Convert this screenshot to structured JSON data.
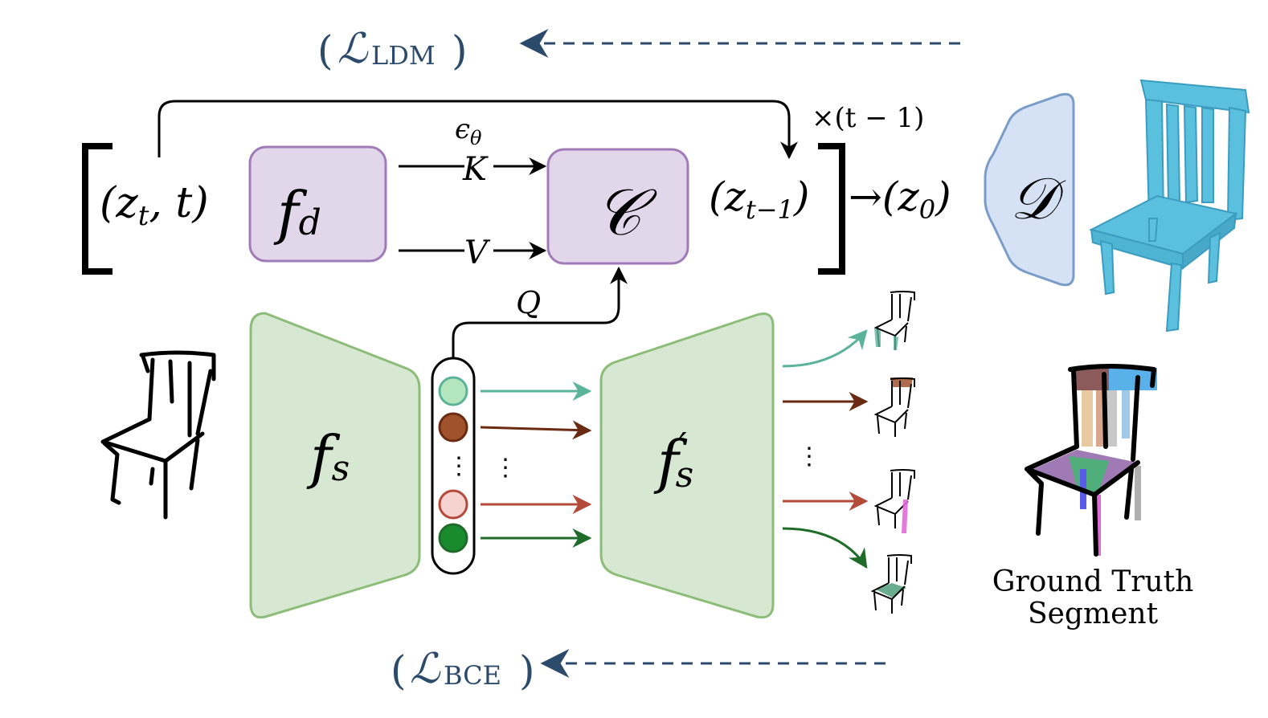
{
  "loss_ldm": {
    "open": "(",
    "symbol": "ℒ",
    "subscript": "LDM",
    "close": ")"
  },
  "loss_bce": {
    "open": "(",
    "symbol": "ℒ",
    "subscript": "BCE",
    "close": ")"
  },
  "input_state": {
    "text_a": "(z",
    "sub": "t",
    "text_b": ", t)"
  },
  "next_state": {
    "text_a": "(z",
    "sub": "t−1",
    "text_b": ")"
  },
  "final_state": {
    "text_a": "→(z",
    "sub": "0",
    "text_b": ")"
  },
  "repeat_label": "×(t − 1)",
  "epsilon_label": {
    "base": "ϵ",
    "sub": "θ"
  },
  "key_label": "K",
  "value_label": "V",
  "query_label": "Q",
  "f_d": {
    "base": "f",
    "sub": "d"
  },
  "cross_block": "𝒞",
  "decoder": "𝒟",
  "f_s": {
    "base": "f",
    "sub": "s"
  },
  "f_s_prime": {
    "base": "f",
    "sup": "′",
    "sub": "s"
  },
  "vdots": "⋮",
  "ground_truth_line1": "Ground Truth",
  "ground_truth_line2": "Segment",
  "colors": {
    "loss_text": "#2c4a6b",
    "purple_fill": "#e2d6ea",
    "purple_stroke": "#a07bb8",
    "green_fill": "#d7e8d2",
    "green_stroke": "#8cbd78",
    "decoder_fill": "#d5e2f5",
    "decoder_stroke": "#7a9cc9",
    "chair_blue": "#5bc0de",
    "token_light_green": "#b4e6bd",
    "token_brown": "#a0522d",
    "token_pink": "#f7d3cf",
    "token_dark_green": "#1a8a2e"
  }
}
